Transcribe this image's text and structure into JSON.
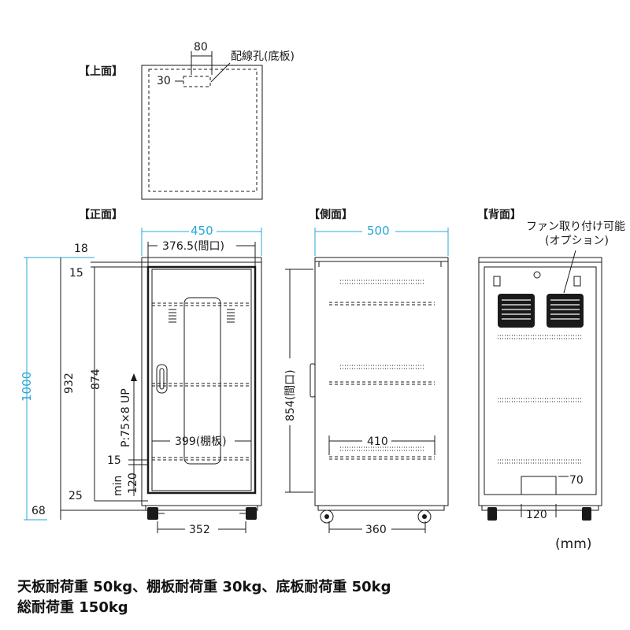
{
  "views": {
    "top": "【上面】",
    "front": "【正面】",
    "side": "【側面】",
    "back": "【背面】"
  },
  "top_view": {
    "dim_80": "80",
    "dim_30": "30",
    "cable_hole": "配線孔(底板)"
  },
  "front_view": {
    "width": "450",
    "opening": "376.5(間口)",
    "dim_18": "18",
    "dim_15_top": "15",
    "total_h": "1000",
    "dim_932": "932",
    "dim_874": "874",
    "pitch": "P:75×8 UP",
    "shelf": "399(棚板)",
    "dim_15_low": "15",
    "min120": "min",
    "min120_val": "120",
    "dim_25": "25",
    "dim_68": "68",
    "base_w": "352"
  },
  "side_view": {
    "depth": "500",
    "inner_h": "854(間口)",
    "dim_410": "410",
    "base_d": "360"
  },
  "back_view": {
    "fan_label_1": "ファン取り付け可能",
    "fan_label_2": "(オプション)",
    "dim_70": "70",
    "dim_120": "120"
  },
  "unit": "(mm)",
  "load_line1": "天板耐荷重 50kg、棚板耐荷重 30kg、底板耐荷重 50kg",
  "load_line2": "総耐荷重 150kg",
  "colors": {
    "dimension": "#2aa7d6",
    "line": "#1a1a1a"
  }
}
